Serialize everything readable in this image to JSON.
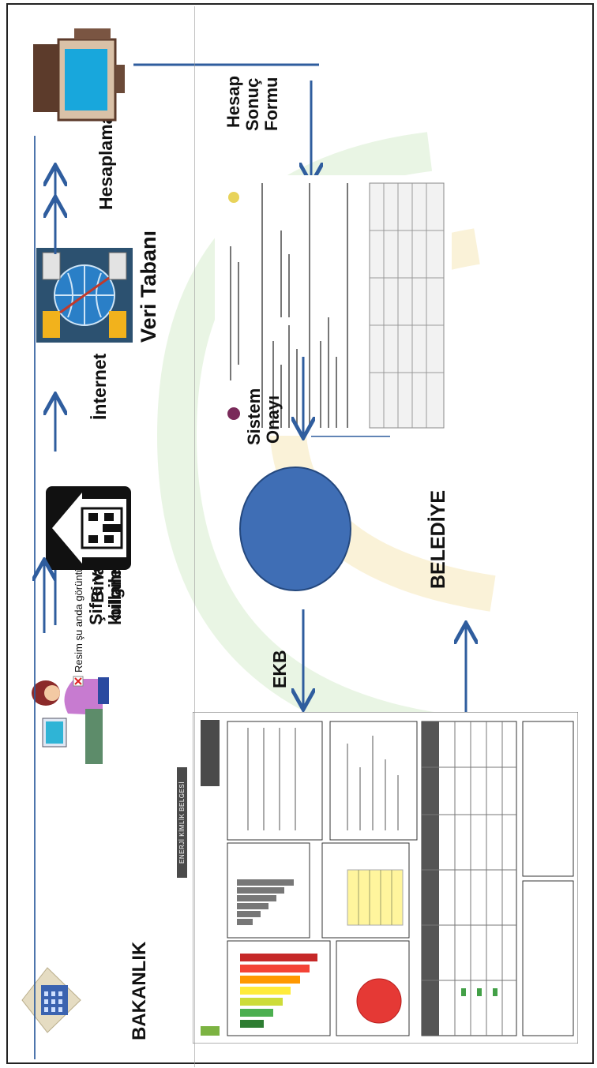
{
  "labels": {
    "bakanlik": "BAKANLIK",
    "sifre_line1": "Şifre ve",
    "sifre_line2": "kullanıcı adı",
    "bina_line1": "Bina",
    "bina_line2": "bilgileri",
    "internet": "İnternet",
    "veri_tabani": "Veri Tabanı",
    "hesaplama": "Hesaplama",
    "hesap_line1": "Hesap",
    "hesap_line2": "Sonuç",
    "hesap_line3": "Formu",
    "sistem_line1": "Sistem",
    "sistem_line2": "Onayı",
    "ekb": "EKB",
    "belediye": "BELEDİYE"
  },
  "broken_image_text": "Resim şu anda görüntülenemiyor.",
  "certificate": {
    "title": "ENERJİ KİMLİK BELGESİ"
  },
  "colors": {
    "arrow": "#2f5d9e",
    "circle": "#3f6eb5",
    "circle_stroke": "#24487e",
    "frame": "#222222"
  },
  "icons": [
    "building-icon",
    "user-at-computer-icon",
    "house-icon",
    "globe-network-icon",
    "computer-icon",
    "form-document-icon",
    "energy-certificate-icon"
  ]
}
